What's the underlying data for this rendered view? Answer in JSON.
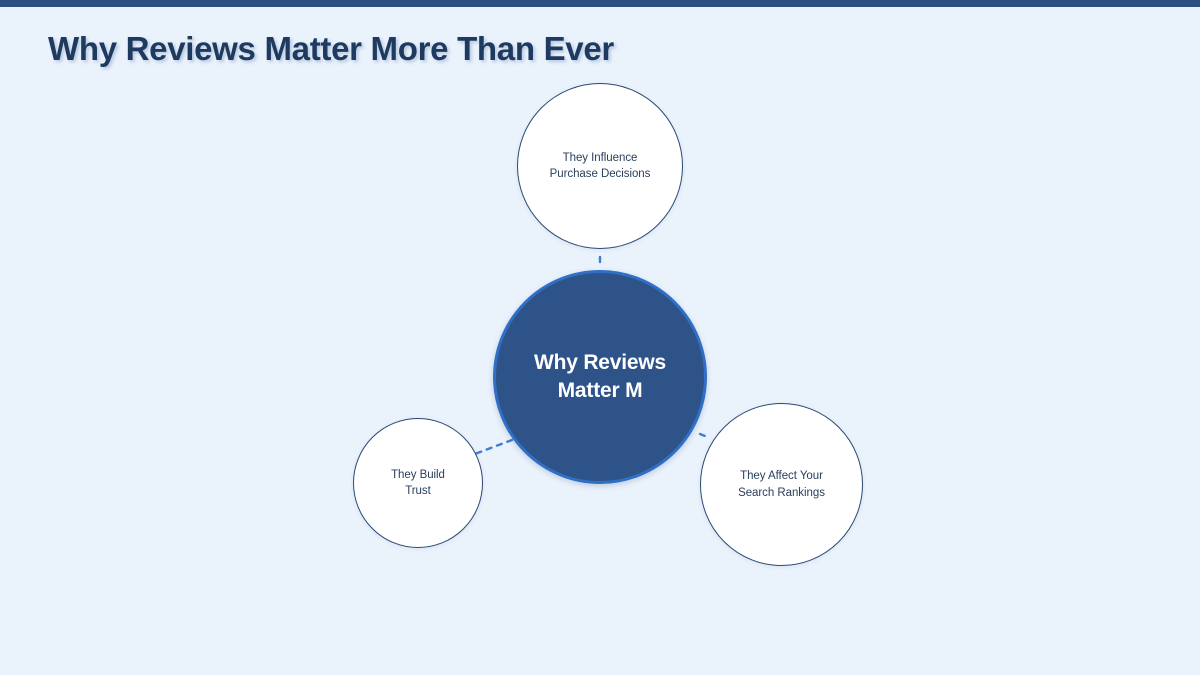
{
  "page": {
    "title": "Why Reviews Matter More Than Ever",
    "background_color": "#eaf2fc",
    "accent_bar_color": "#2b4f80",
    "title_color": "#1e3a5f"
  },
  "diagram": {
    "type": "hub-and-spoke",
    "center": {
      "label": "Why Reviews\nMatter M",
      "fill_color": "#2e5389",
      "ring_color": "#2f6fc6",
      "text_color": "#ffffff"
    },
    "nodes": [
      {
        "id": "top",
        "label": "They Influence\nPurchase Decisions",
        "fill_color": "#ffffff",
        "border_color": "#2b4a74",
        "text_color": "#2a3f5c"
      },
      {
        "id": "left",
        "label": "They Build\nTrust",
        "fill_color": "#ffffff",
        "border_color": "#2b4a74",
        "text_color": "#2a3f5c"
      },
      {
        "id": "right",
        "label": "They Affect Your\nSearch Rankings",
        "fill_color": "#ffffff",
        "border_color": "#2b4a74",
        "text_color": "#2a3f5c"
      }
    ],
    "connector_color": "#3f7fd0",
    "connector_style": "dashed"
  }
}
